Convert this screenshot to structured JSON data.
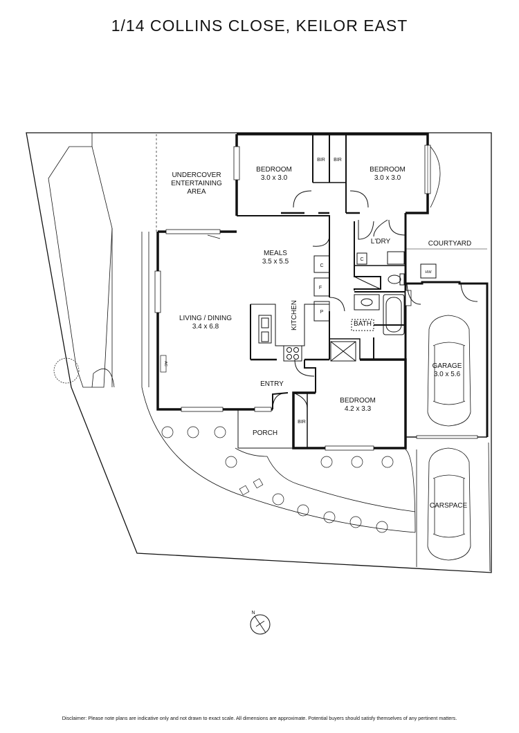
{
  "title": "1/14 COLLINS CLOSE, KEILOR EAST",
  "rooms": {
    "undercover": {
      "line1": "UNDERCOVER",
      "line2": "ENTERTAINING",
      "line3": "AREA"
    },
    "bedroom1": {
      "name": "BEDROOM",
      "size": "3.0 x 3.0"
    },
    "bedroom2": {
      "name": "BEDROOM",
      "size": "3.0 x 3.0"
    },
    "bedroom3": {
      "name": "BEDROOM",
      "size": "4.2 x 3.3"
    },
    "meals": {
      "name": "MEALS",
      "size": "3.5 x 5.5"
    },
    "living": {
      "name": "LIVING / DINING",
      "size": "3.4 x 6.8"
    },
    "kitchen": {
      "name": "KITCHEN"
    },
    "laundry": {
      "name": "L'DRY"
    },
    "courtyard": {
      "name": "COURTYARD"
    },
    "bath": {
      "name": "BATH"
    },
    "garage": {
      "name": "GARAGE",
      "size": "3.0 x 5.6"
    },
    "carspace": {
      "name": "CARSPACE"
    },
    "entry": {
      "name": "ENTRY"
    },
    "porch": {
      "name": "PORCH"
    }
  },
  "fixtures": {
    "bir_left": "BIR",
    "bir_right": "BIR",
    "bir_bed3": "BIR",
    "c_kitchen": "C",
    "f_kitchen": "F",
    "p_kitchen": "P",
    "c_laundry": "C",
    "hw": "HW",
    "ac": "AC"
  },
  "compass": {
    "label": "N"
  },
  "disclaimer": "Disclaimer: Please note plans are indicative only and not drawn to exact scale. All dimensions are approximate. Potential buyers should satisfy themselves of any pertinent matters."
}
